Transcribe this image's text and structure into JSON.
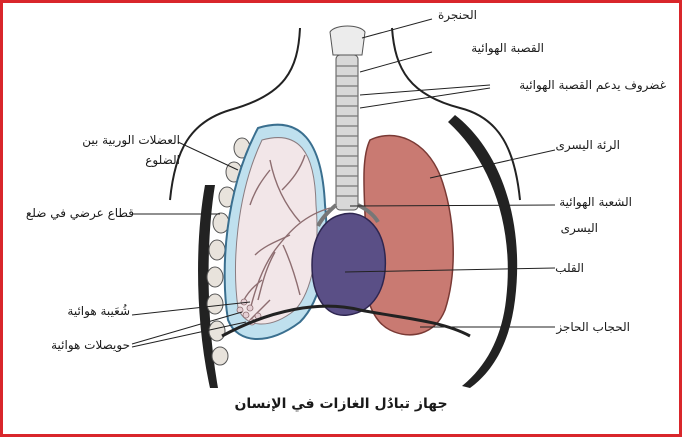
{
  "colors": {
    "border": "#d9262b",
    "lung_left": "#c97a72",
    "lung_right_tissue": "#f2e6e8",
    "pleura": "#bfe0ee",
    "heart": "#5a4f86",
    "trachea": "#d8d8d8"
  },
  "labels": {
    "larynx": "الحنجرة",
    "trachea": "القصبة الهوائية",
    "trachea_cartilage": "غضروف يدعم القصبة الهوائية",
    "left_lung": "الرئة اليسرى",
    "left_bronchus_line1": "الشعبة الهوائية",
    "left_bronchus_line2": "اليسرى",
    "heart": "القلب",
    "diaphragm": "الحجاب الحاجز",
    "intercostal_line1": "العضلات الوربية بين",
    "intercostal_line2": "الضلوع",
    "rib_section": "قطاع عرضي في ضلع",
    "bronchiole": "شُعَيبة هوائية",
    "alveoli": "حويصلات هوائية"
  },
  "caption": "جهاز تبادُل الغازات في الإنسان"
}
